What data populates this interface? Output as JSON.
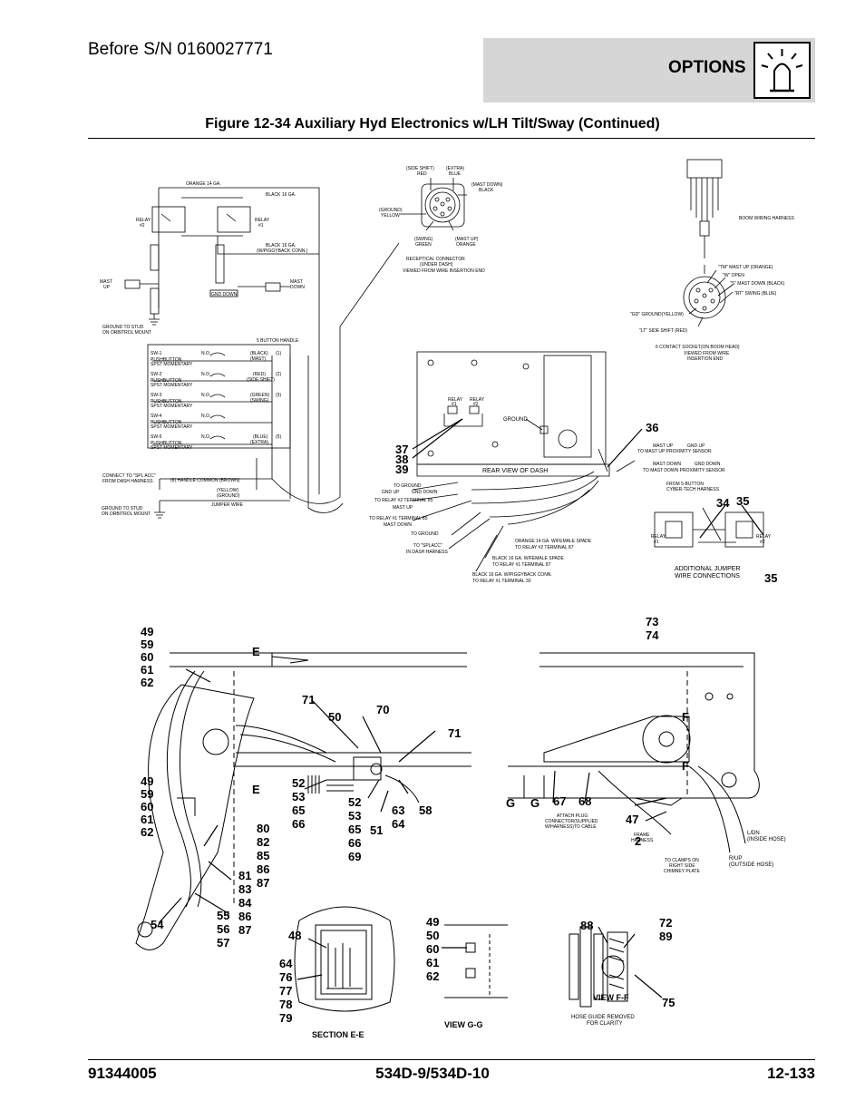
{
  "header": {
    "serial_note": "Before S/N 0160027771",
    "section_label": "OPTIONS",
    "section_icon": "warning-beacon-icon"
  },
  "figure": {
    "title": "Figure 12-34 Auxiliary Hyd Electronics w/LH Tilt/Sway (Continued)"
  },
  "schematic": {
    "orange_14": "ORANGE 14 GA.",
    "black_16": "BLACK 16 GA.",
    "black_16_pb": "BLACK 16 GA.",
    "black_16_pb2": "(W/PIGGYBACK CONN.)",
    "relay2": "RELAY",
    "relay2n": "#2",
    "relay1": "RELAY",
    "relay1n": "#1",
    "mast_up": "MAST",
    "mast_up2": "UP",
    "mast_down": "MAST",
    "mast_down2": "DOWN",
    "gnd_down": "GND DOWN",
    "ground_stud": "GROUND TO STUD",
    "ground_stud2": "ON ORBITROL MOUNT",
    "handle": "5 BUTTON HANDLE",
    "sw": [
      "SW-1",
      "SW-2",
      "SW-3",
      "SW-4",
      "SW-5"
    ],
    "pushbutton": "PUSHBUTTON",
    "spst": "SPST MOMENTARY",
    "no": "N.O.",
    "wire_colors": [
      "(BLACK)",
      "(RED)",
      "(GREEN)",
      "",
      "(BLUE)"
    ],
    "wire_funcs": [
      "(MAST)",
      "(SIDE SHIFT)",
      "(SWING)",
      "",
      "(EXTRA)"
    ],
    "wire_nums": [
      "(1)",
      "(2)",
      "(3)",
      "",
      "(5)"
    ],
    "splacc": "CONNECT TO \"SPL ACC\"",
    "splacc2": "FROM DASH HARNESS",
    "common": "(6) HANDLE COMMON (BROWN)",
    "yellow": "(YELLOW)",
    "ground": "(GROUND)",
    "jumper": "JUMPER WIRE",
    "ground_stud_b": "GROUND TO STUD",
    "ground_stud_b2": "ON ORBITROL MOUNT"
  },
  "connector": {
    "side_shift": "(SIDE SHIFT)",
    "red": "RED",
    "extra": "(EXTRA)",
    "blue": "BLUE",
    "mast_down": "(MAST DOWN)",
    "black": "BLACK",
    "ground": "(GROUND)",
    "yellow": "YELLOW",
    "swing": "(SWING)",
    "green": "GREEN",
    "mast_up": "(MAST UP)",
    "orange": "ORANGE",
    "caption1": "RECEPTICAL CONNECTOR",
    "caption2": "(UNDER DASH)",
    "caption3": "VIEWED FROM WIRE INSERTION END"
  },
  "boom_plug": {
    "harness": "BOOM WIRING HARNESS",
    "tm": "\"TM\" MAST UP (ORANGE)",
    "w": "\"W\" OPEN",
    "s": "\"S\" MAST DOWN (BLACK)",
    "rt": "\"RT\" SWING (BLUE)",
    "gd": "\"GD\" GROUND(YELLOW)",
    "lt": "\"LT\" SIDE SHIFT (RED)",
    "caption1": "6 CONTACT SOCKET(ON BOOM HEAD)",
    "caption2": "VIEWED FROM WIRE",
    "caption3": "INSERTION END"
  },
  "dash": {
    "relay1": "RELAY",
    "relay1n": "#1",
    "relay2": "RELAY",
    "relay2n": "#2",
    "ground": "GROUND",
    "rear_view": "REAR VIEW OF DASH",
    "to_ground": "TO GROUND",
    "gnd_up": "GND UP",
    "gnd_down": "GND DOWN",
    "to_relay2_85": "TO RELAY #2 TERMINAL 85",
    "mast_up": "MAST UP",
    "to_relay1_85": "TO RELAY #1 TERMINAL 85",
    "mast_down": "MAST DOWN",
    "to_ground2": "TO GROUND",
    "to_splacc": "TO \"SPLACC\"",
    "in_dash": "IN DASH HARNESS",
    "orange_spade": "ORANGE 14 GA. W/FEMALE SPADE",
    "orange_spade2": "TO RELAY #2 TERMINAL 87",
    "black_spade": "BLACK 16 GA. W/FEMALE SPADE",
    "black_spade2": "TO RELAY #1 TERMINAL 87",
    "black_pb": "BLACK 16 GA. W/PIGGYBACK CONN.",
    "black_pb2": "TO RELAY #1 TERMINAL 30",
    "tag_mast_up": "MAST UP",
    "tag_gnd_up": "GND UP",
    "to_mast_up_prox": "TO MAST UP PROXIMITY SENSOR",
    "tag_mast_down": "MAST DOWN",
    "tag_gnd_down": "GND DOWN",
    "to_mast_down_prox": "TO MAST DOWN PROXIMITY SENSOR",
    "from_5button": "FROM 5-BUTTON",
    "cyber": "CYBER-TECH HARNESS",
    "jr1": "RELAY",
    "jr1n": "#1",
    "jr2": "RELAY",
    "jr2n": "#2",
    "add_jumper": "ADDITIONAL JUMPER",
    "wire_conn": "WIRE CONNECTIONS"
  },
  "callouts": {
    "c36": "36",
    "c37": "37",
    "c38": "38",
    "c39": "39",
    "c34": "34",
    "c35a": "35",
    "c35b": "35",
    "lb1": [
      "49",
      "59",
      "60",
      "61",
      "62"
    ],
    "lb2": [
      "49",
      "59",
      "60",
      "61",
      "62"
    ],
    "e_top": "E",
    "e_bot": "E",
    "c71a": "71",
    "c50": "50",
    "c70": "70",
    "c71b": "71",
    "mid1": [
      "52",
      "53",
      "65",
      "66"
    ],
    "mid2": [
      "52",
      "53",
      "65",
      "66",
      "69"
    ],
    "c51": "51",
    "c6364": [
      "63",
      "64"
    ],
    "c58": "58",
    "grp80": [
      "80",
      "82",
      "85",
      "86",
      "87"
    ],
    "grp81": [
      "81",
      "83",
      "84",
      "86",
      "87"
    ],
    "c54": "54",
    "grp55": [
      "55",
      "56",
      "57"
    ],
    "c7374": [
      "73",
      "74"
    ],
    "f_top": "F",
    "f_bot": "F",
    "g1": "G",
    "g2": "G",
    "c67": "67",
    "c68": "68",
    "c47": "47",
    "c2": "2",
    "c48": "48",
    "grp64": [
      "64",
      "76",
      "77",
      "78",
      "79"
    ],
    "grp49": [
      "49",
      "50",
      "60",
      "61",
      "62"
    ],
    "c88": "88",
    "c7289": [
      "72",
      "89"
    ],
    "c75": "75"
  },
  "boom_notes": {
    "attach1": "ATTACH PLUG",
    "attach2": "CONNECTOR(SUPPLIED",
    "attach3": "W/HARNESS)TO CABLE",
    "frame1": "FRAME",
    "frame2": "HARNESS",
    "clamp1": "TO CLAMPS ON",
    "clamp2": "RIGHT SIDE",
    "clamp3": "CHIMNEY PLATE",
    "ldn1": "L/DN",
    "ldn2": "(INSIDE HOSE)",
    "rup1": "R/UP",
    "rup2": "(OUTSIDE HOSE)"
  },
  "views": {
    "section_ee": "SECTION E-E",
    "view_gg": "VIEW G-G",
    "view_ff": "VIEW F-F",
    "hose1": "HOSE GUIDE REMOVED",
    "hose2": "FOR CLARITY"
  },
  "footer": {
    "part_number": "91344005",
    "model": "534D-9/534D-10",
    "page": "12-133"
  }
}
